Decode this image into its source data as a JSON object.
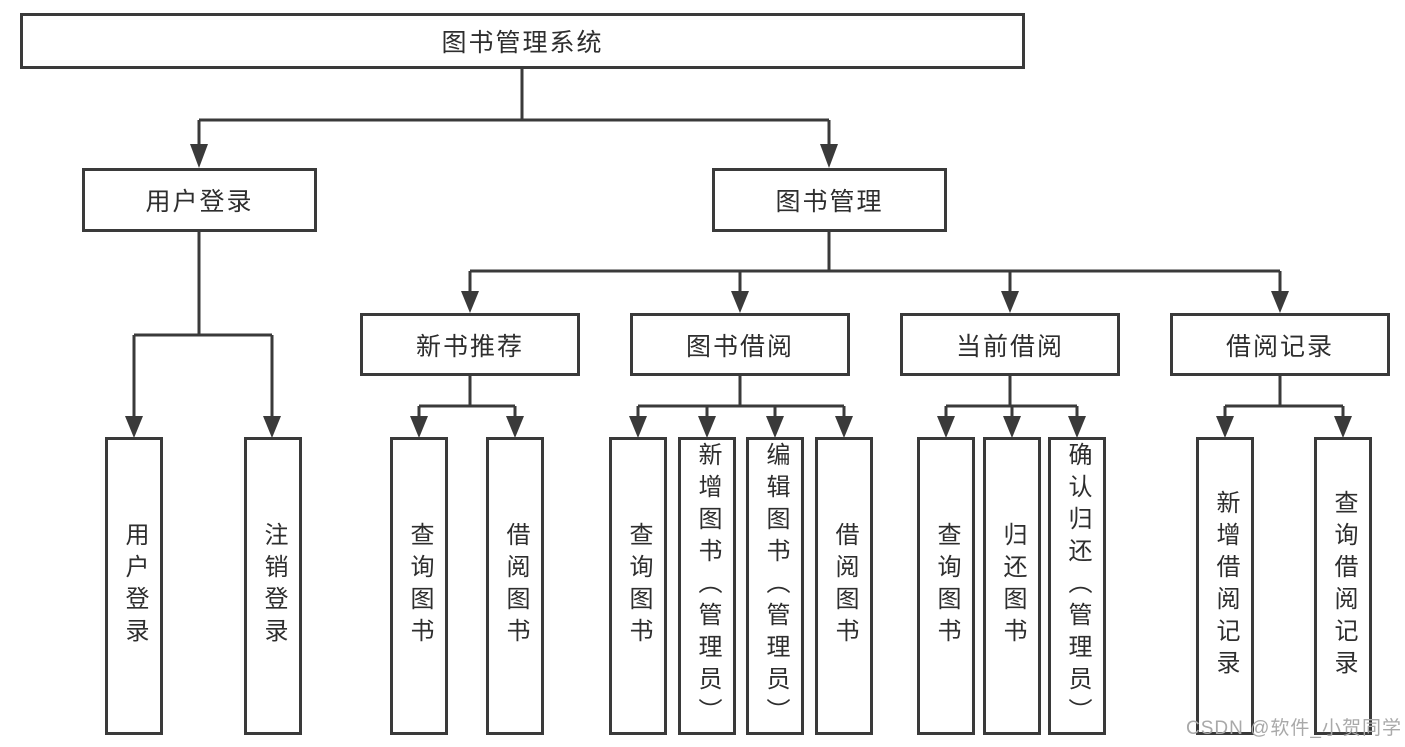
{
  "style": {
    "line_color": "#3a3a3a",
    "box_border_color": "#3a3a3a",
    "text_color": "#2e2e2e",
    "watermark_color": "#a9a9a9",
    "background": "#ffffff"
  },
  "watermark": {
    "text": "CSDN @软件_小贺同学"
  },
  "tree": {
    "root": "图书管理系统",
    "branches": [
      {
        "label": "用户登录",
        "children": [
          "用户登录",
          "注销登录"
        ]
      },
      {
        "label": "图书管理",
        "sections": [
          {
            "label": "新书推荐",
            "children": [
              "查询图书",
              "借阅图书"
            ]
          },
          {
            "label": "图书借阅",
            "children": [
              "查询图书",
              "新增图书（管理员）",
              "编辑图书（管理员）",
              "借阅图书"
            ]
          },
          {
            "label": "当前借阅",
            "children": [
              "查询图书",
              "归还图书",
              "确认归还（管理员）"
            ]
          },
          {
            "label": "借阅记录",
            "children": [
              "新增借阅记录",
              "查询借阅记录"
            ]
          }
        ]
      }
    ]
  }
}
